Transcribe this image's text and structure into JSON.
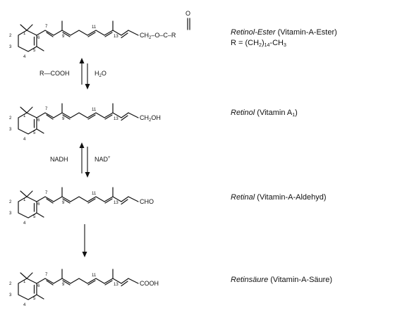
{
  "compounds": [
    {
      "group": "CH2–O–C–R",
      "group_parts": [
        "CH",
        "2",
        "–O–",
        "C",
        "–R"
      ],
      "carbonyl_o": "O",
      "name_italic": "Retinol-Ester",
      "name_rest": " (Vitamin-A-Ester)",
      "sub_parts": [
        "R = (CH",
        "2",
        ")",
        "14",
        "-CH",
        "3"
      ]
    },
    {
      "group": "CH2OH",
      "group_parts": [
        "CH",
        "2",
        "OH"
      ],
      "name_italic": "Retinol",
      "name_rest": " (Vitamin A",
      "name_sub": "1",
      "name_end": ")"
    },
    {
      "group": "CHO",
      "name_italic": "Retinal",
      "name_rest": " (Vitamin-A-Aldehyd)"
    },
    {
      "group": "COOH",
      "name_italic": "Retinsäure",
      "name_rest": " (Vitamin-A-Säure)"
    }
  ],
  "atom_numbers": [
    "2",
    "1",
    "3",
    "6",
    "4",
    "5",
    "7",
    "9",
    "11",
    "13"
  ],
  "arrows": [
    {
      "left_label": "R—COOH",
      "right_label": "H2O",
      "right_parts": [
        "H",
        "2",
        "O"
      ]
    },
    {
      "left_label": "NADH",
      "right_label": "NAD+",
      "right_parts": [
        "NAD",
        "+"
      ]
    }
  ]
}
